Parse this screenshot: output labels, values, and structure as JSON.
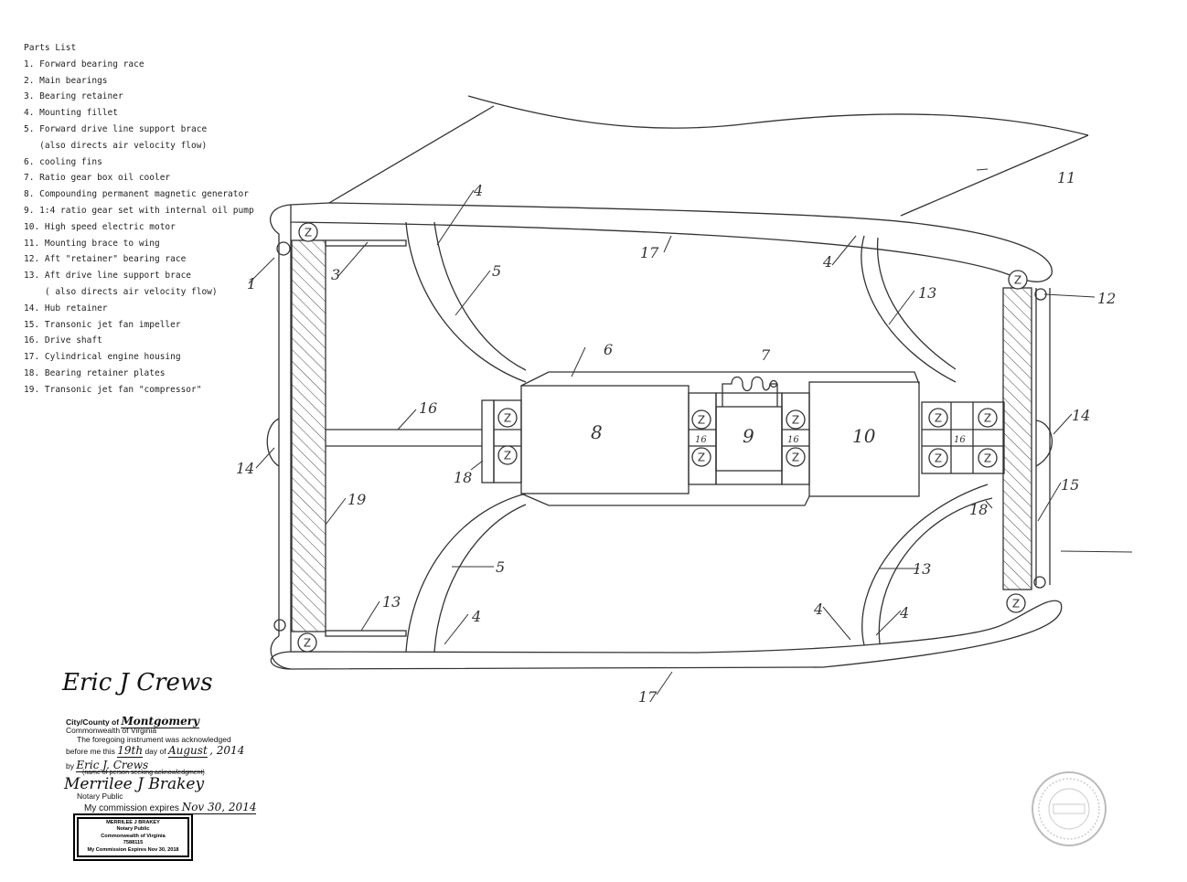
{
  "parts_list": {
    "heading": "Parts List",
    "items": [
      "1. Forward bearing race",
      "2. Main bearings",
      "3. Bearing retainer",
      "4. Mounting fillet",
      "5. Forward drive line support brace",
      "   (also directs air velocity flow)",
      "6. cooling fins",
      "7. Ratio gear box oil cooler",
      "8. Compounding permanent magnetic generator",
      "9. 1:4 ratio gear set with internal oil pump",
      "10. High speed electric motor",
      "11. Mounting brace to wing",
      "12. Aft \"retainer\" bearing race",
      "13. Aft drive line support brace",
      "    ( also directs air velocity flow)",
      "14. Hub retainer",
      "15. Transonic jet fan impeller",
      "16. Drive shaft",
      "17. Cylindrical engine housing",
      "18. Bearing retainer plates",
      "19. Transonic jet fan \"compressor\""
    ]
  },
  "callouts": {
    "c1": "1",
    "c3": "3",
    "c4a": "4",
    "c4b": "4",
    "c4c": "4",
    "c4d": "4",
    "c4e": "4",
    "c5a": "5",
    "c5b": "5",
    "c6": "6",
    "c7": "7",
    "c8": "8",
    "c9": "9",
    "c10": "10",
    "c11": "11",
    "c12": "12",
    "c13a": "13",
    "c13b": "13",
    "c13c": "13",
    "c14a": "14",
    "c14b": "14",
    "c15": "15",
    "c16a": "16",
    "c16b": "16",
    "c16c": "16",
    "c16d": "16",
    "c17a": "17",
    "c17b": "17",
    "c18a": "18",
    "c18b": "18",
    "c19": "19"
  },
  "bearing_label": "Z",
  "notary": {
    "signature": "Eric J Crews",
    "city_county_label": "City/County of",
    "city_county_value": "Montgomery",
    "commonwealth": "Commonwealth of Virginia",
    "ack_line1": "The foregoing instrument was acknowledged",
    "before_me_prefix": "before me this",
    "day_value": "19th",
    "day_of": "day of",
    "month_value": "August",
    "year_value": ", 2014",
    "by_label": "by",
    "by_value": "Eric J. Crews",
    "name_caption": "(name of person seeking acknowledgment)",
    "notary_signature": "Merrilee J Brakey",
    "notary_public_label": "Notary Public",
    "commission_label": "My commission expires",
    "commission_value": "Nov 30, 2014"
  },
  "stamp": {
    "line1": "MERRILEE J BRAKEY",
    "line2": "Notary Public",
    "line3": "Commonwealth of Virginia",
    "line4": "7588115",
    "line5": "My Commission Expires Nov 30, 2018"
  },
  "colors": {
    "ink": "#222222",
    "paper": "#ffffff"
  }
}
